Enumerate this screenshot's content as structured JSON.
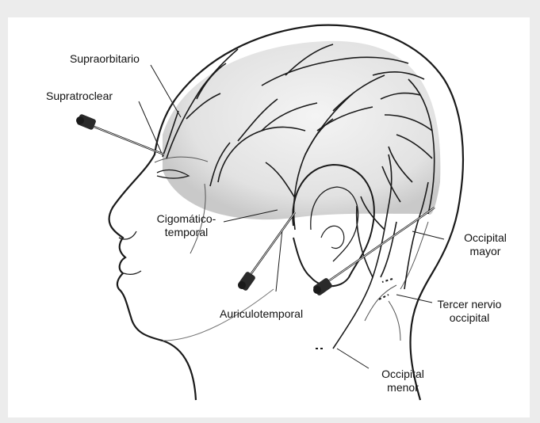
{
  "labels": {
    "supraorbital": "Supraorbitario",
    "supratrochlear": "Supratroclear",
    "zygomaticotemporal_1": "Cigomático-",
    "zygomaticotemporal_2": "temporal",
    "auriculotemporal": "Auriculotemporal",
    "greater_occipital_1": "Occipital",
    "greater_occipital_2": "mayor",
    "third_occipital_1": "Tercer nervio",
    "third_occipital_2": "occipital",
    "lesser_occipital_1": "Occipital",
    "lesser_occipital_2": "menor"
  },
  "colors": {
    "line": "#1a1a1a",
    "shade": "#d9d9d9",
    "background": "#ececec",
    "panel": "#ffffff"
  },
  "icons": [
    "needle-icon",
    "needle-icon",
    "needle-icon"
  ]
}
